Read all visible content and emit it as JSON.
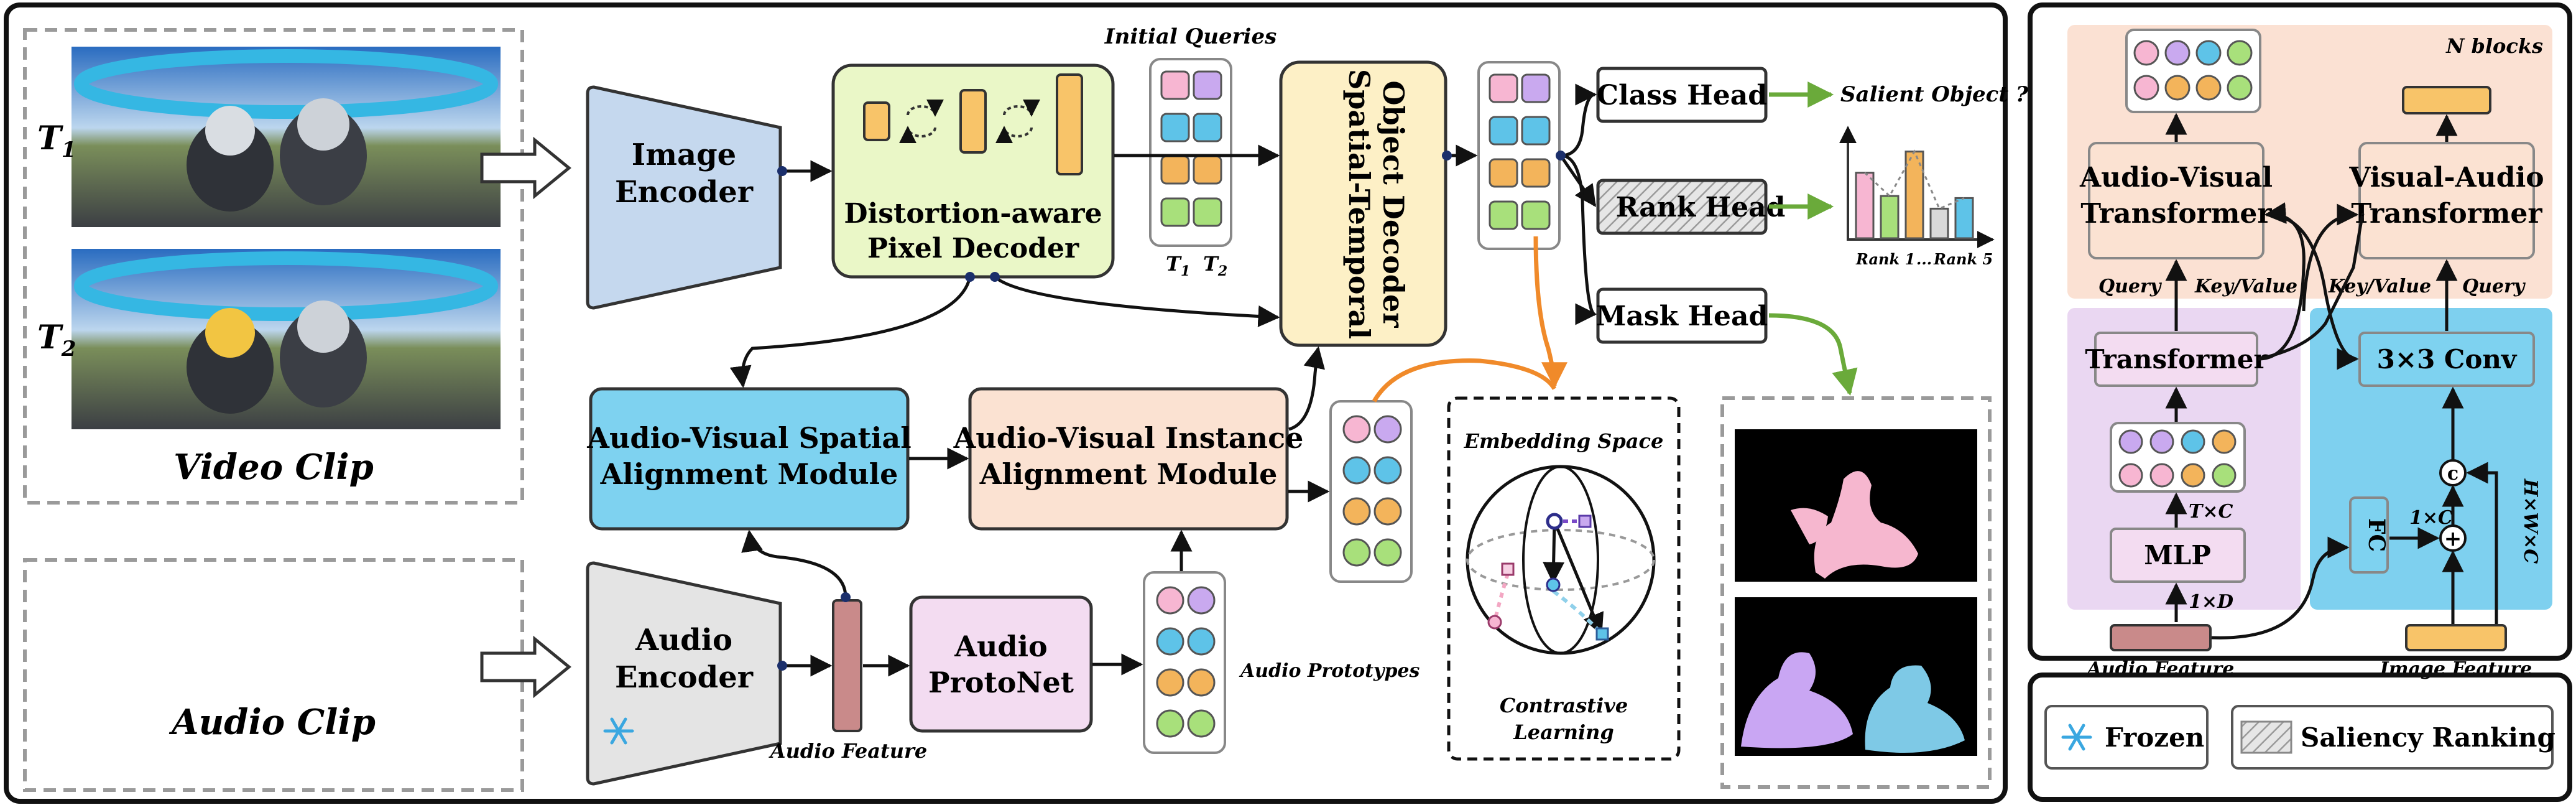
{
  "left_panel": {
    "video_clip": {
      "label": "Video Clip",
      "frame_labels": [
        "T",
        "T"
      ],
      "frame_subs": [
        "1",
        "2"
      ]
    },
    "audio_clip": {
      "label": "Audio Clip"
    },
    "image_encoder": {
      "lines": [
        "Image",
        "Encoder"
      ]
    },
    "audio_encoder": {
      "lines": [
        "Audio",
        "Encoder"
      ]
    },
    "pixel_decoder": {
      "lines": [
        "Distortion-aware",
        "Pixel Decoder"
      ]
    },
    "initial_queries": {
      "label": "Initial Queries",
      "time_labels": [
        "T",
        "T"
      ],
      "time_subs": [
        "1",
        "2"
      ]
    },
    "st_decoder": {
      "lines": [
        "Spatial-Temporal",
        "Object Decoder"
      ]
    },
    "heads": {
      "class_head": "Class Head",
      "rank_head": "Rank Head",
      "mask_head": "Mask Head"
    },
    "salient_object": "Salient Object ?",
    "rank_axis": {
      "rank1": "Rank 1",
      "dots": "...",
      "rank5": "Rank 5"
    },
    "rank_bar_values": [
      0.62,
      0.4,
      0.82,
      0.28,
      0.38
    ],
    "av_spatial": {
      "lines": [
        "Audio-Visual Spatial",
        "Alignment Module"
      ]
    },
    "av_instance": {
      "lines": [
        "Audio-Visual Instance",
        "Alignment Module"
      ]
    },
    "audio_feature": "Audio Feature",
    "audio_protonet": {
      "lines": [
        "Audio",
        "ProtoNet"
      ]
    },
    "audio_prototypes": "Audio Prototypes",
    "embedding_space": "Embedding Space",
    "contrastive": {
      "lines": [
        "Contrastive",
        "Learning"
      ]
    }
  },
  "right_panel": {
    "n_blocks": "N blocks",
    "av_transformer": {
      "lines": [
        "Audio-Visual",
        "Transformer"
      ]
    },
    "va_transformer": {
      "lines": [
        "Visual-Audio",
        "Transformer"
      ]
    },
    "query_left": "Query",
    "key_value_left": "Key/Value",
    "key_value_right": "Key/Value",
    "query_right": "Query",
    "transformer": "Transformer",
    "conv": "3×3 Conv",
    "txc": "T×C",
    "mlp": "MLP",
    "one_x_d": "1×D",
    "fc": "FC",
    "one_x_c": "1×C",
    "hwc": "H×W×C",
    "concat_symbol": "c",
    "plus_symbol": "+",
    "audio_feature": "Audio Feature",
    "image_feature": "Image Feature"
  },
  "legend": {
    "frozen": "Frozen",
    "saliency_ranking": "Saliency Ranking"
  },
  "colors": {
    "blue_box": "#c5d8ee",
    "gray_box": "#e4e4e4",
    "green_box": "#eaf7c7",
    "yellow_box": "#fdf0c6",
    "cyan_box": "#7ed2f0",
    "peach_box": "#fbe2d2",
    "pink_box": "#f3dcf1",
    "lavender_region": "#ead7f2",
    "peach_region": "#fbe1d3",
    "cyan_region": "#7ed0ef",
    "arrow_orange": "#f08a2a",
    "arrow_green": "#6aaa3a",
    "token_pink": "#f7b6d2",
    "token_purple": "#c9a9ef",
    "token_blue": "#5ec3e8",
    "token_orange": "#f3b45b",
    "token_green": "#a8e07b",
    "feature_red": "#c98a8a",
    "feature_yellow": "#f8c469"
  },
  "icons": [
    "snowflake-icon",
    "hatch-pattern-icon",
    "sphere-icon",
    "waveform-icon"
  ]
}
